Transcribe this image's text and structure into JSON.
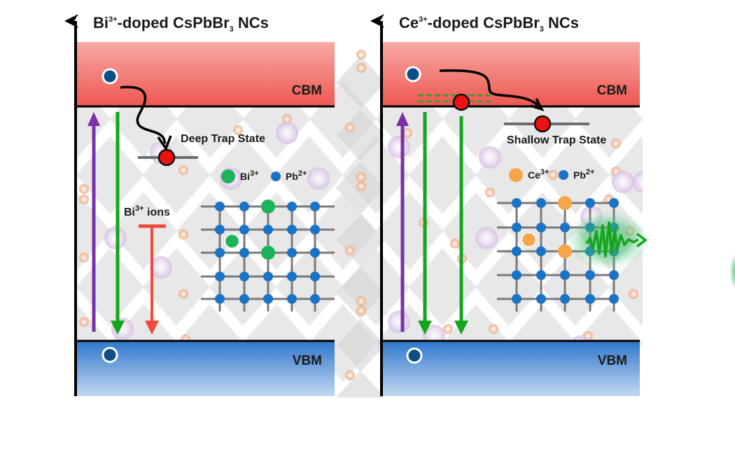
{
  "figure": {
    "panels": [
      {
        "id": "bi",
        "title_prefix": "Bi",
        "title_sup": "3+",
        "title_mid": "-doped  CsPbBr",
        "title_sub": "3",
        "title_suffix": " NCs",
        "cbm_label": "CBM",
        "vbm_label": "VBM",
        "trap_label": "Deep Trap State",
        "ion_label_prefix": "Bi",
        "ion_label_sup": "3+",
        "ion_label_suffix": " ions",
        "legend": [
          {
            "name": "Bi",
            "sup": "3+",
            "color": "#1db35a"
          },
          {
            "name": "Pb",
            "sup": "2+",
            "color": "#1a73c4"
          }
        ],
        "dopant_color": "#1db35a",
        "lattice": {
          "rows": 5,
          "cols": 5,
          "dopant_sites": [
            [
              0,
              2
            ],
            [
              2,
              2
            ]
          ],
          "interstitial_sites": [
            [
              1.5,
              0.5
            ]
          ]
        },
        "emission_glow": false
      },
      {
        "id": "ce",
        "title_prefix": "Ce",
        "title_sup": "3+",
        "title_mid": "-doped  CsPbBr",
        "title_sub": "3",
        "title_suffix": " NCs",
        "cbm_label": "CBM",
        "vbm_label": "VBM",
        "trap_label": "Shallow Trap State",
        "legend": [
          {
            "name": "Ce",
            "sup": "3+",
            "color": "#f5a54a"
          },
          {
            "name": "Pb",
            "sup": "2+",
            "color": "#1a73c4"
          }
        ],
        "dopant_color": "#f5a54a",
        "lattice": {
          "rows": 5,
          "cols": 5,
          "dopant_sites": [
            [
              0,
              2
            ],
            [
              2,
              2
            ]
          ],
          "interstitial_sites": [
            [
              1.5,
              0.5
            ]
          ]
        },
        "emission_glow": true
      }
    ],
    "colors": {
      "cbm_top": "#f7a9a4",
      "cbm_bottom": "#ee5651",
      "vbm_top": "#2f76cc",
      "vbm_bottom": "#c0d6f0",
      "electron": "#0d4e86",
      "trap_dot": "#ee1111",
      "excitation_arrow": "#7b2fa8",
      "emission_arrow": "#13a51c",
      "quench_arrow": "#ee4b3f",
      "pb_site": "#1a73c4",
      "grid_line": "#7a7a7a",
      "background_polyhedra": "#d9d9d9"
    }
  }
}
